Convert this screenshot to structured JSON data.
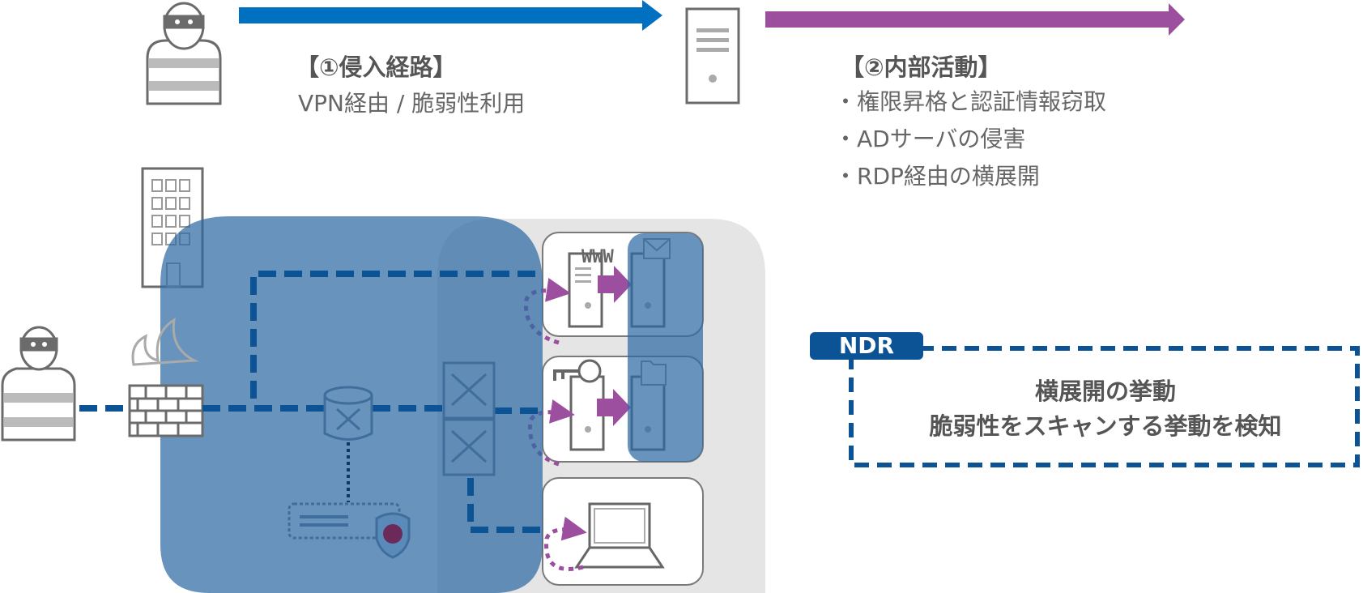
{
  "stage1": {
    "title": "【①侵入経路】",
    "detail": "VPN経由 / 脆弱性利用"
  },
  "stage2": {
    "title": "【②内部活動】",
    "items": [
      "・権限昇格と認証情報窃取",
      "・ADサーバの侵害",
      "・RDP経由の横展開"
    ]
  },
  "ndr": {
    "label": "NDR",
    "lines": [
      "横展開の挙動",
      "脆弱性をスキャンする挙動を検知"
    ]
  },
  "server_label": "WWW",
  "colors": {
    "blue_arrow": "#0070c0",
    "purple_arrow": "#9b4f9e",
    "network_line": "#0b5394",
    "internal_zone": "#5a8bb8",
    "dmz_zone": "#e6e5e6",
    "icon_gray": "#6b6b6b"
  }
}
